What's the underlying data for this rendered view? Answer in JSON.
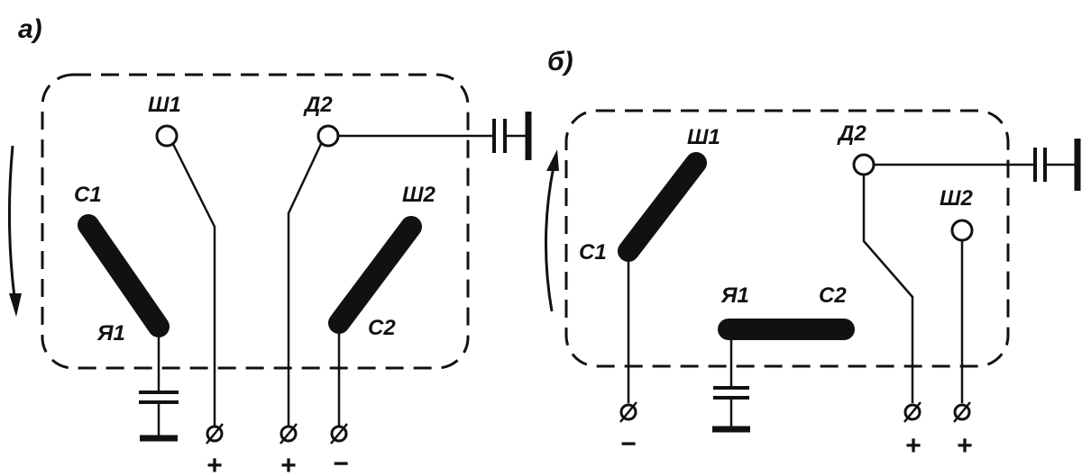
{
  "colors": {
    "ink": "#111111",
    "background": "#ffffff"
  },
  "diagram_a": {
    "caption": "а)",
    "terminals": {
      "sh1": "Ш1",
      "d2": "Д2",
      "c1": "С1",
      "sh2": "Ш2",
      "ya1": "Я1",
      "c2": "С2"
    },
    "signs": {
      "sh1": "+",
      "d2": "+",
      "c2": "−"
    }
  },
  "diagram_b": {
    "caption": "б)",
    "terminals": {
      "sh1": "Ш1",
      "d2": "Д2",
      "sh2": "Ш2",
      "c1": "С1",
      "ya1": "Я1",
      "c2": "С2"
    },
    "signs": {
      "c1": "−",
      "d2": "+",
      "sh2": "+"
    }
  }
}
